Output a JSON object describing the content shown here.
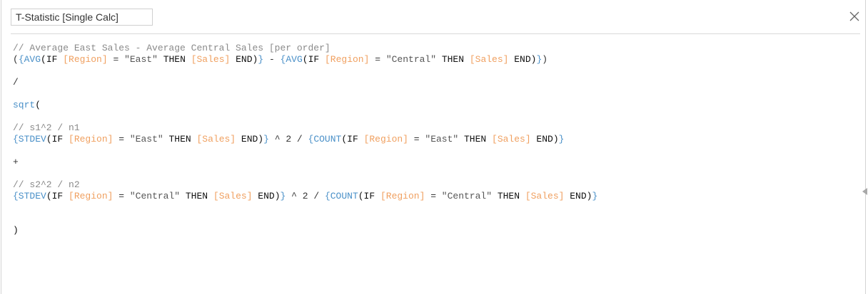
{
  "editor": {
    "title": "T-Statistic [Single Calc]",
    "close_icon": "close-icon",
    "colors": {
      "comment": "#8a8a8a",
      "function": "#4a90c8",
      "field": "#f0a060",
      "string": "#555555",
      "keyword": "#111111"
    },
    "lines": [
      [
        [
          "// Average East Sales - Average Central Sales [per order]",
          "comment"
        ]
      ],
      [
        [
          "(",
          "op"
        ],
        [
          "{AVG",
          "func"
        ],
        [
          "(IF ",
          "kw"
        ],
        [
          "[Region]",
          "field"
        ],
        [
          " = ",
          "op"
        ],
        [
          "\"East\"",
          "string"
        ],
        [
          " THEN ",
          "kw"
        ],
        [
          "[Sales]",
          "field"
        ],
        [
          " END)",
          "kw"
        ],
        [
          "}",
          "func"
        ],
        [
          " - ",
          "op"
        ],
        [
          "{AVG",
          "func"
        ],
        [
          "(IF ",
          "kw"
        ],
        [
          "[Region]",
          "field"
        ],
        [
          " = ",
          "op"
        ],
        [
          "\"Central\"",
          "string"
        ],
        [
          " THEN ",
          "kw"
        ],
        [
          "[Sales]",
          "field"
        ],
        [
          " END)",
          "kw"
        ],
        [
          "}",
          "func"
        ],
        [
          ")",
          "op"
        ]
      ],
      [],
      [
        [
          "/",
          "op"
        ]
      ],
      [],
      [
        [
          "sqrt",
          "func"
        ],
        [
          "(",
          "kw"
        ]
      ],
      [],
      [
        [
          "// s1^2 / n1",
          "comment"
        ]
      ],
      [
        [
          "{STDEV",
          "func"
        ],
        [
          "(IF ",
          "kw"
        ],
        [
          "[Region]",
          "field"
        ],
        [
          " = ",
          "op"
        ],
        [
          "\"East\"",
          "string"
        ],
        [
          " THEN ",
          "kw"
        ],
        [
          "[Sales]",
          "field"
        ],
        [
          " END)",
          "kw"
        ],
        [
          "}",
          "func"
        ],
        [
          " ^ 2 / ",
          "op"
        ],
        [
          "{COUNT",
          "func"
        ],
        [
          "(IF ",
          "kw"
        ],
        [
          "[Region]",
          "field"
        ],
        [
          " = ",
          "op"
        ],
        [
          "\"East\"",
          "string"
        ],
        [
          " THEN ",
          "kw"
        ],
        [
          "[Sales]",
          "field"
        ],
        [
          " END)",
          "kw"
        ],
        [
          "}",
          "func"
        ]
      ],
      [],
      [
        [
          "+",
          "op"
        ]
      ],
      [],
      [
        [
          "// s2^2 / n2",
          "comment"
        ]
      ],
      [
        [
          "{STDEV",
          "func"
        ],
        [
          "(IF ",
          "kw"
        ],
        [
          "[Region]",
          "field"
        ],
        [
          " = ",
          "op"
        ],
        [
          "\"Central\"",
          "string"
        ],
        [
          " THEN ",
          "kw"
        ],
        [
          "[Sales]",
          "field"
        ],
        [
          " END)",
          "kw"
        ],
        [
          "}",
          "func"
        ],
        [
          " ^ 2 / ",
          "op"
        ],
        [
          "{COUNT",
          "func"
        ],
        [
          "(IF ",
          "kw"
        ],
        [
          "[Region]",
          "field"
        ],
        [
          " = ",
          "op"
        ],
        [
          "\"Central\"",
          "string"
        ],
        [
          " THEN ",
          "kw"
        ],
        [
          "[Sales]",
          "field"
        ],
        [
          " END)",
          "kw"
        ],
        [
          "}",
          "func"
        ]
      ],
      [],
      [],
      [
        [
          ")",
          "kw"
        ]
      ]
    ]
  }
}
